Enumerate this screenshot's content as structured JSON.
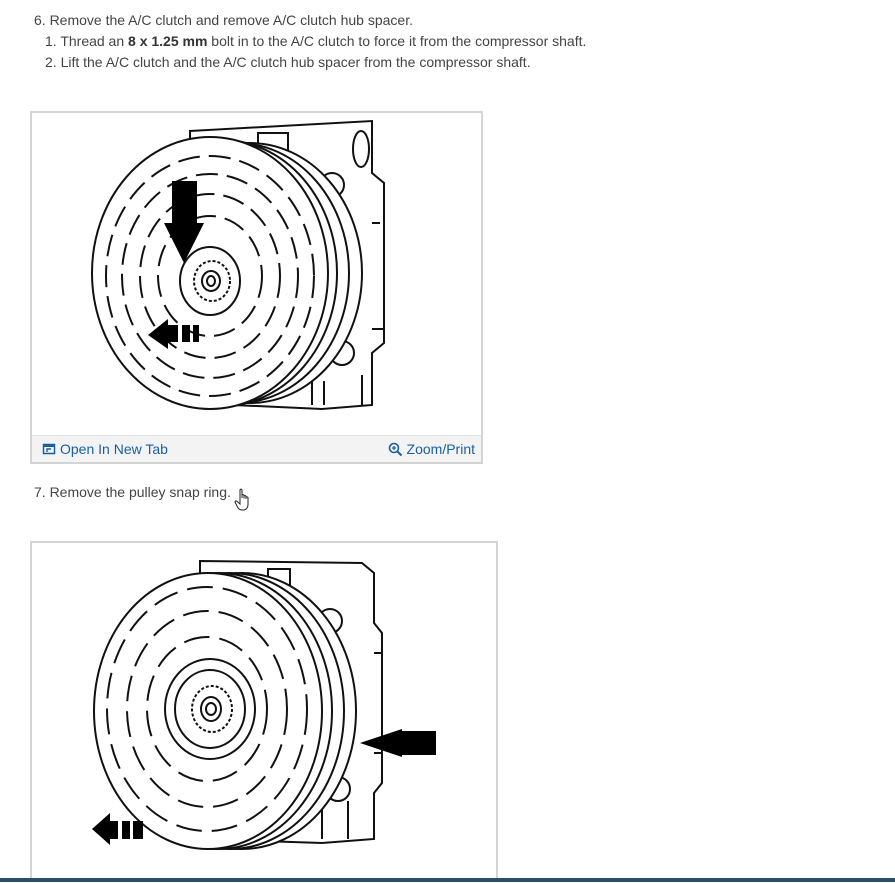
{
  "step6": {
    "text": "6. Remove the A/C clutch and remove A/C clutch hub spacer.",
    "sub1_before": "1. Thread an ",
    "sub1_bold": "8 x 1.25 mm",
    "sub1_after": " bolt in to the A/C clutch to force it from the compressor shaft.",
    "sub2": "2. Lift the A/C clutch and the A/C clutch hub spacer from the compressor shaft."
  },
  "figure1": {
    "open_label": "Open In New Tab",
    "zoom_label": "Zoom/Print",
    "open_icon": "open-new-tab-icon",
    "zoom_icon": "zoom-magnifier-icon"
  },
  "step7": {
    "text": "7. Remove the pulley snap ring."
  },
  "cursor_icon": "hand-pointer-icon",
  "colors": {
    "link": "#1a5fa6",
    "text": "#444444",
    "border": "#d4d4d4",
    "bar": "#f3f3f3"
  }
}
